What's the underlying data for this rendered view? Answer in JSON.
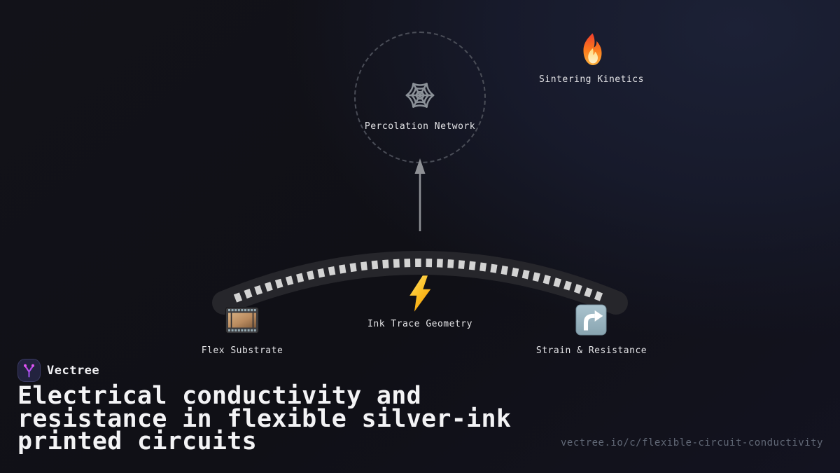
{
  "diagram": {
    "percolation": {
      "label": "Percolation Network",
      "icon": "spider-web-icon"
    },
    "sintering": {
      "label": "Sintering Kinetics",
      "icon": "fire-icon"
    },
    "flex_substrate": {
      "label": "Flex Substrate",
      "icon": "film-frames-icon"
    },
    "ink_trace": {
      "label": "Ink Trace Geometry",
      "icon": "lightning-bolt-icon"
    },
    "strain": {
      "label": "Strain & Resistance",
      "icon": "curved-right-arrow-icon"
    }
  },
  "footer": {
    "brand": "Vectree",
    "title": "Electrical conductivity and resistance in flexible silver-ink printed circuits",
    "url": "vectree.io/c/flexible-circuit-conductivity"
  },
  "colors": {
    "background_navy": "#171a2b",
    "background_base": "#101016",
    "circle_dash": "#4a4d57",
    "arc_band": "#26262b",
    "arc_dashes": "#d3d3d3",
    "arrow_gray": "#8e9095",
    "web_gray": "#8b9198",
    "flame_red": "#f03e2c",
    "flame_orange": "#fb7d1d",
    "flame_inner": "#ffe9b8",
    "lightning_yellow": "#fcbf24",
    "film_copper": "#b98a5e",
    "arrow_square_blue": "#9ab5c1",
    "logo_purple": "#c13ae0",
    "label_text": "#e4e4e7",
    "title_text": "#f3f3f5",
    "url_text": "#616876"
  }
}
